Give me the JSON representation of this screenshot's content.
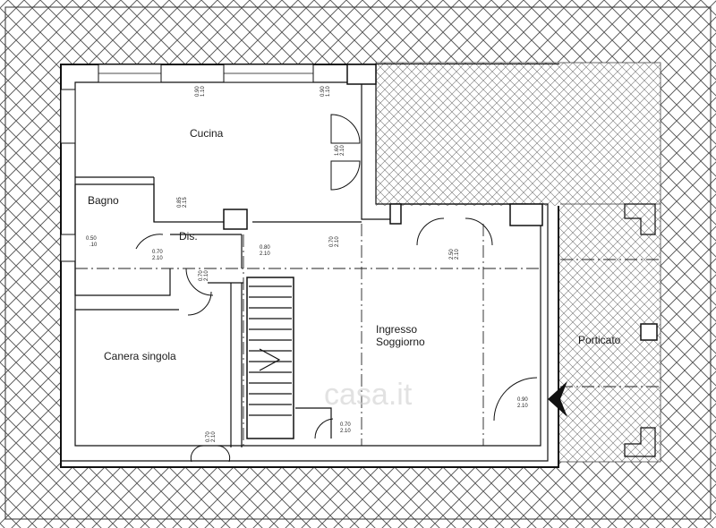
{
  "rooms": {
    "kitchen": "Cucina",
    "bath": "Bagno",
    "hall": "Dis.",
    "bedroom": "Canera singola",
    "living_line1": "Ingresso",
    "living_line2": "Soggiorno",
    "porch": "Porticato"
  },
  "dimensions": {
    "kitchen_window_left": [
      "0.90",
      "1.10"
    ],
    "kitchen_window_right": [
      "0.90",
      "1.10"
    ],
    "kitchen_door": [
      "1.60",
      "2.10"
    ],
    "kitchen_opening": [
      "0.85",
      "2.15"
    ],
    "bath_window": [
      "0.50",
      ".10"
    ],
    "bath_door": [
      "0.70",
      "2.10"
    ],
    "hall_door": [
      "0.70",
      "2.10"
    ],
    "bedroom_door": [
      "0.70",
      "2.10"
    ],
    "stair_opening": [
      "0.80",
      "2.10"
    ],
    "living_opening": [
      "0.70",
      "2.10"
    ],
    "window_door": [
      "2.50",
      "2.10"
    ],
    "under_stair_door": [
      "0.70",
      "2.10"
    ],
    "entrance_door": [
      "0.90",
      "2.10"
    ]
  },
  "watermark": "casa.it",
  "colors": {
    "line": "#111111",
    "hatch": "#555555",
    "background": "#ffffff"
  }
}
